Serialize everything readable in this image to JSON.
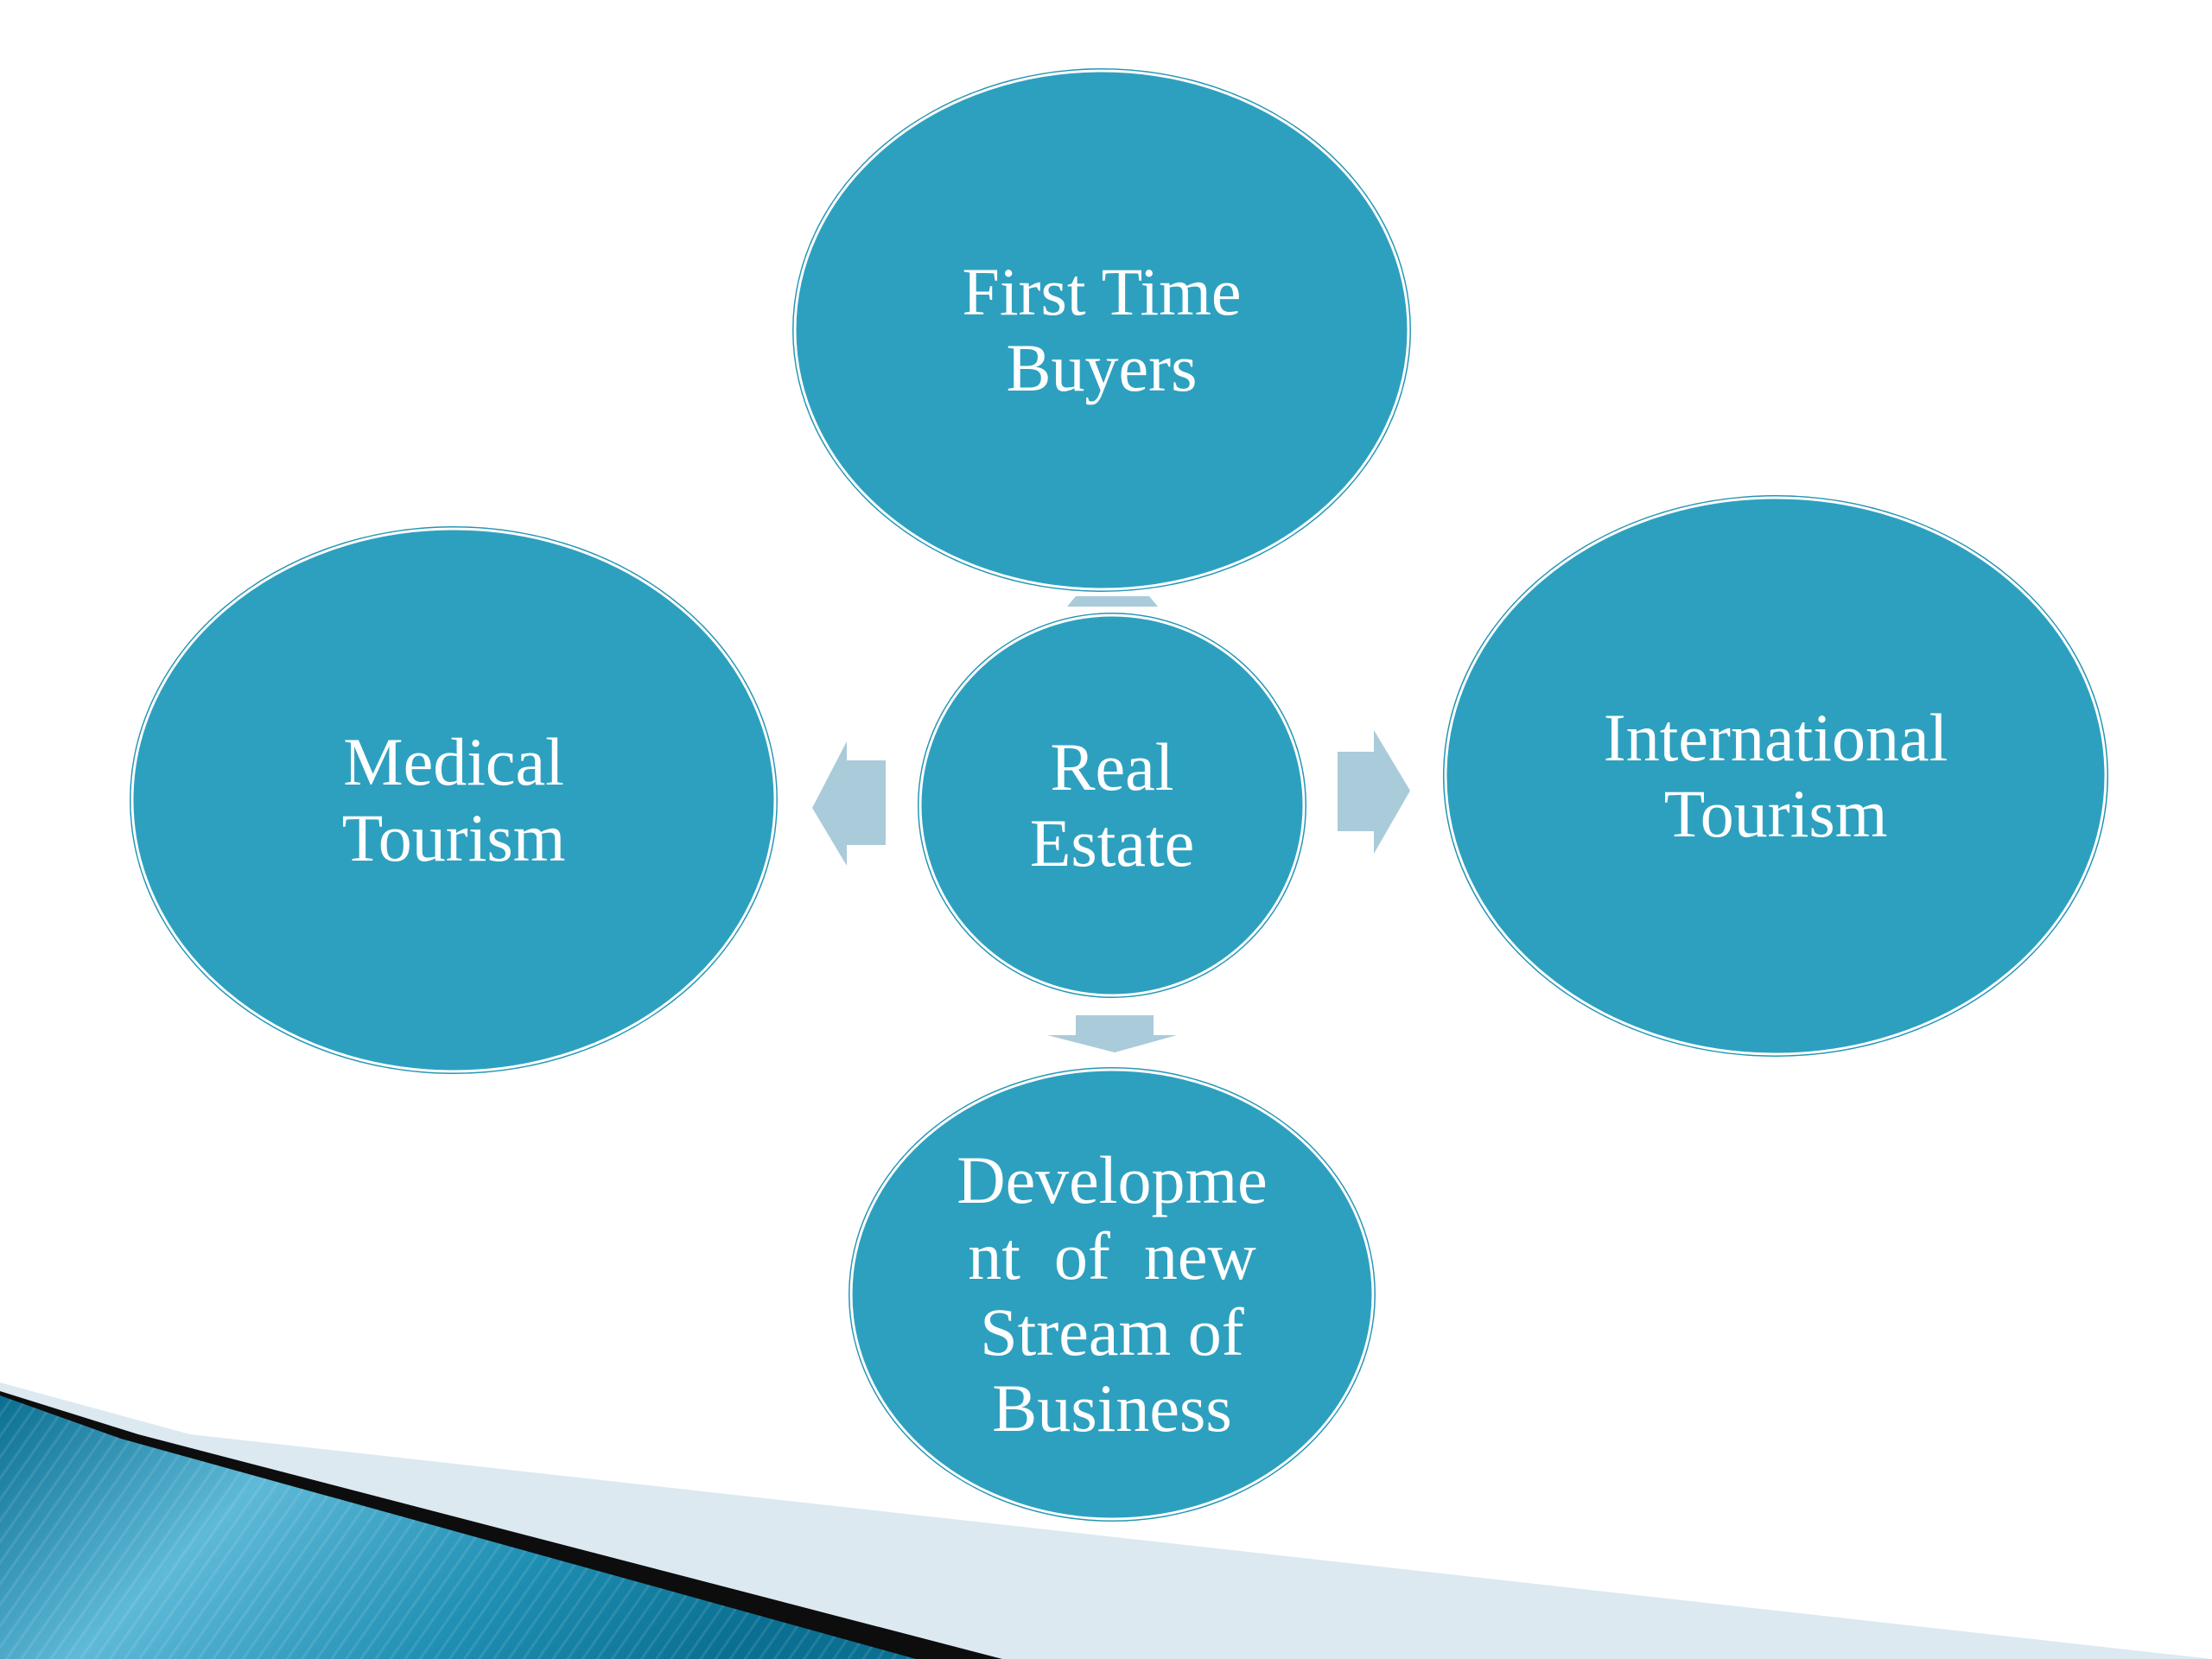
{
  "colors": {
    "node_fill": "#2ea0bf",
    "node_stroke": "#ffffff",
    "node_outline": "#2596b5",
    "arrow_fill": "#aacbda",
    "banner_dark": "#0a6f91",
    "banner_light": "#5fb9d8",
    "banner_shadow": "#0d0d0d",
    "banner_highlight": "#dce9f1"
  },
  "diagram": {
    "center": {
      "id": "real-estate",
      "lines": [
        "Real",
        "Estate"
      ]
    },
    "nodes": [
      {
        "id": "first-time-buyers",
        "lines": [
          "First Time",
          "Buyers"
        ]
      },
      {
        "id": "medical-tourism",
        "lines": [
          "Medical",
          "Tourism"
        ]
      },
      {
        "id": "international-tourism",
        "lines": [
          "International",
          "Tourism"
        ]
      },
      {
        "id": "development-new-stream",
        "lines": [
          "Developme",
          "nt  of  new",
          "Stream of",
          "Business"
        ]
      }
    ],
    "edges": [
      {
        "from": "real-estate",
        "to": "first-time-buyers"
      },
      {
        "from": "real-estate",
        "to": "medical-tourism"
      },
      {
        "from": "real-estate",
        "to": "international-tourism"
      },
      {
        "from": "real-estate",
        "to": "development-new-stream"
      }
    ]
  }
}
